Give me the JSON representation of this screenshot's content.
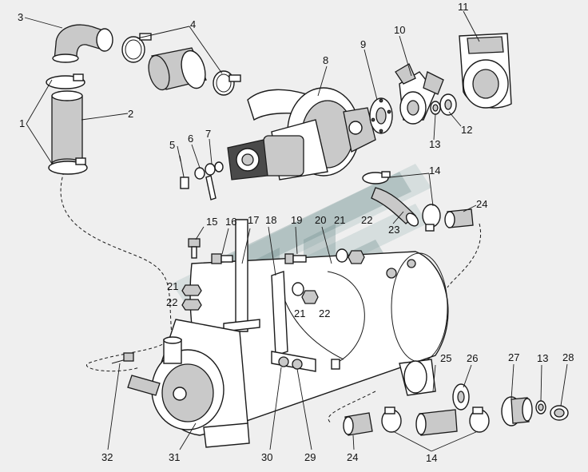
{
  "callouts": [
    {
      "id": "c1",
      "text": "1"
    },
    {
      "id": "c2",
      "text": "2"
    },
    {
      "id": "c3",
      "text": "3"
    },
    {
      "id": "c4",
      "text": "4"
    },
    {
      "id": "c5",
      "text": "5"
    },
    {
      "id": "c6",
      "text": "6"
    },
    {
      "id": "c7",
      "text": "7"
    },
    {
      "id": "c8",
      "text": "8"
    },
    {
      "id": "c9",
      "text": "9"
    },
    {
      "id": "c10",
      "text": "10"
    },
    {
      "id": "c11",
      "text": "11"
    },
    {
      "id": "c12",
      "text": "12"
    },
    {
      "id": "c13a",
      "text": "13"
    },
    {
      "id": "c14a",
      "text": "14"
    },
    {
      "id": "c24a",
      "text": "24"
    },
    {
      "id": "c23",
      "text": "23"
    },
    {
      "id": "c15",
      "text": "15"
    },
    {
      "id": "c16",
      "text": "16"
    },
    {
      "id": "c17",
      "text": "17"
    },
    {
      "id": "c18",
      "text": "18"
    },
    {
      "id": "c19",
      "text": "19"
    },
    {
      "id": "c20",
      "text": "20"
    },
    {
      "id": "c21a",
      "text": "21"
    },
    {
      "id": "c22a",
      "text": "22"
    },
    {
      "id": "c21b",
      "text": "21"
    },
    {
      "id": "c22b",
      "text": "22"
    },
    {
      "id": "c21c",
      "text": "21"
    },
    {
      "id": "c22c",
      "text": "22"
    },
    {
      "id": "c25",
      "text": "25"
    },
    {
      "id": "c26",
      "text": "26"
    },
    {
      "id": "c27",
      "text": "27"
    },
    {
      "id": "c13b",
      "text": "13"
    },
    {
      "id": "c28",
      "text": "28"
    },
    {
      "id": "c32",
      "text": "32"
    },
    {
      "id": "c31",
      "text": "31"
    },
    {
      "id": "c30",
      "text": "30"
    },
    {
      "id": "c29",
      "text": "29"
    },
    {
      "id": "c24b",
      "text": "24"
    },
    {
      "id": "c14b",
      "text": "14"
    }
  ]
}
